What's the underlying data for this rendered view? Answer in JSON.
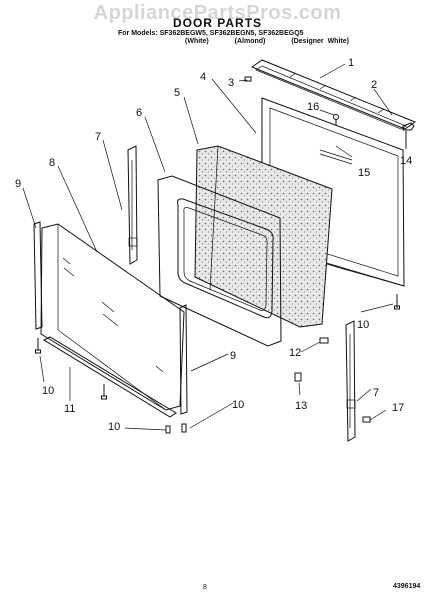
{
  "watermark": "AppliancePartsPros.com",
  "title": "DOOR PARTS",
  "models_line": "For Models: SF362BEGW5, SF362BEGN5, SF362BEGQ5",
  "variants": [
    "(White)",
    "(Almond)",
    "(Designer White)"
  ],
  "callouts": {
    "c1": "1",
    "c2": "2",
    "c3": "3",
    "c4": "4",
    "c5": "5",
    "c6": "6",
    "c7a": "7",
    "c7b": "7",
    "c8": "8",
    "c9a": "9",
    "c9b": "9",
    "c10a": "10",
    "c10b": "10",
    "c10c": "10",
    "c10d": "10",
    "c11": "11",
    "c12": "12",
    "c13": "13",
    "c14": "14",
    "c15": "15",
    "c16": "16",
    "c17": "17"
  },
  "page_number": "8",
  "doc_number": "4396194"
}
